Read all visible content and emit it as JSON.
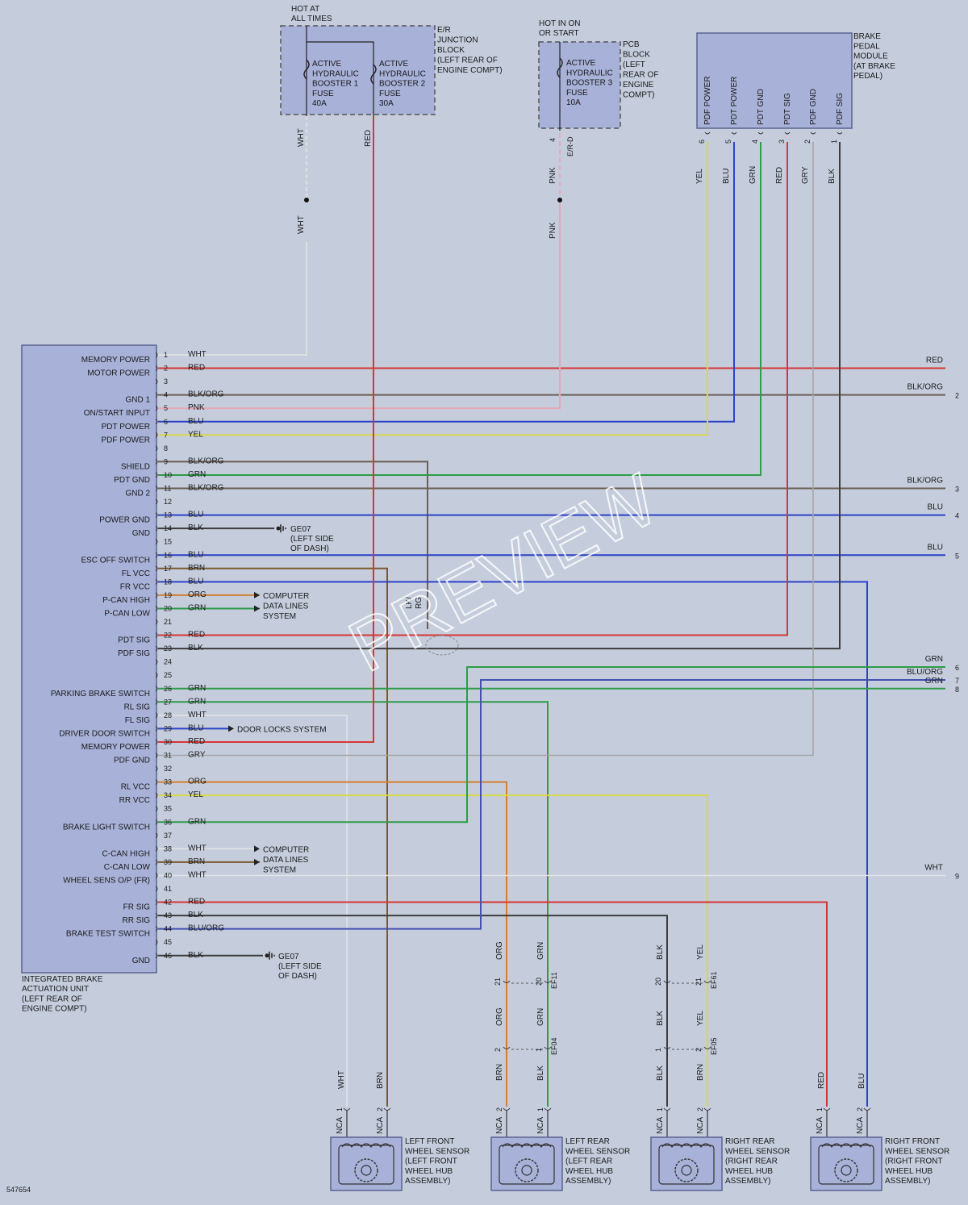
{
  "colors": {
    "WHT": "#e4e4e4",
    "RED": "#d83434",
    "PNK": "#e8a6b6",
    "BLU": "#2c42c8",
    "YEL": "#d6d84a",
    "BLK/ORG": "#6b5e55",
    "GRN": "#2e9c48",
    "BLK": "#3c3c3c",
    "BRN": "#7b5a2c",
    "ORG": "#d47f30",
    "GRY": "#a4a4a4",
    "BLU/ORG": "#4451b0",
    "box_fill": "#a8b1d8",
    "box_stroke": "#5a6390"
  },
  "fuse_block_er": {
    "hot_label": [
      "HOT AT",
      "ALL TIMES"
    ],
    "name": [
      "E/R",
      "JUNCTION",
      "BLOCK",
      "(LEFT REAR OF",
      "ENGINE COMPT)"
    ],
    "fuse1": [
      "ACTIVE",
      "HYDRAULIC",
      "BOOSTER 1",
      "FUSE",
      "40A"
    ],
    "fuse2": [
      "ACTIVE",
      "HYDRAULIC",
      "BOOSTER 2",
      "FUSE",
      "30A"
    ]
  },
  "fuse_block_pcb": {
    "hot_label": [
      "HOT IN ON",
      "OR START"
    ],
    "name": [
      "PCB",
      "BLOCK",
      "(LEFT",
      "REAR OF",
      "ENGINE",
      "COMPT)"
    ],
    "fuse3": [
      "ACTIVE",
      "HYDRAULIC",
      "BOOSTER 3",
      "FUSE",
      "10A"
    ],
    "pin": "4",
    "connector": "E/R-D"
  },
  "brake_pedal_module": {
    "name": [
      "BRAKE",
      "PEDAL",
      "MODULE",
      "(AT BRAKE",
      "PEDAL)"
    ],
    "pins": [
      {
        "label": "PDF POWER",
        "pin": "6",
        "wire": "YEL"
      },
      {
        "label": "PDT POWER",
        "pin": "5",
        "wire": "BLU"
      },
      {
        "label": "PDT GND",
        "pin": "4",
        "wire": "GRN"
      },
      {
        "label": "PDT SIG",
        "pin": "3",
        "wire": "RED"
      },
      {
        "label": "PDF GND",
        "pin": "2",
        "wire": "GRY"
      },
      {
        "label": "PDF SIG",
        "pin": "1",
        "wire": "BLK"
      }
    ]
  },
  "top_wires": {
    "er_left": "WHT",
    "er_right": "RED",
    "pcb_top": "PNK",
    "pcb_bottom": "PNK",
    "er_left_bottom": "WHT"
  },
  "ibau": {
    "name": [
      "INTEGRATED BRAKE",
      "ACTUATION UNIT",
      "(LEFT REAR OF",
      "ENGINE COMPT)"
    ],
    "pins": [
      {
        "pin": "1",
        "label": "MEMORY POWER",
        "wire": "WHT"
      },
      {
        "pin": "2",
        "label": "MOTOR POWER",
        "wire": "RED"
      },
      {
        "pin": "3",
        "label": "",
        "wire": ""
      },
      {
        "pin": "4",
        "label": "GND 1",
        "wire": "BLK/ORG"
      },
      {
        "pin": "5",
        "label": "ON/START INPUT",
        "wire": "PNK"
      },
      {
        "pin": "6",
        "label": "PDT POWER",
        "wire": "BLU"
      },
      {
        "pin": "7",
        "label": "PDF POWER",
        "wire": "YEL"
      },
      {
        "pin": "8",
        "label": "",
        "wire": ""
      },
      {
        "pin": "9",
        "label": "SHIELD",
        "wire": "BLK/ORG"
      },
      {
        "pin": "10",
        "label": "PDT GND",
        "wire": "GRN"
      },
      {
        "pin": "11",
        "label": "GND 2",
        "wire": "BLK/ORG"
      },
      {
        "pin": "12",
        "label": "",
        "wire": ""
      },
      {
        "pin": "13",
        "label": "POWER GND",
        "wire": "BLU"
      },
      {
        "pin": "14",
        "label": "GND",
        "wire": "BLK"
      },
      {
        "pin": "15",
        "label": "",
        "wire": ""
      },
      {
        "pin": "16",
        "label": "ESC OFF SWITCH",
        "wire": "BLU"
      },
      {
        "pin": "17",
        "label": "FL VCC",
        "wire": "BRN"
      },
      {
        "pin": "18",
        "label": "FR VCC",
        "wire": "BLU"
      },
      {
        "pin": "19",
        "label": "P-CAN HIGH",
        "wire": "ORG"
      },
      {
        "pin": "20",
        "label": "P-CAN LOW",
        "wire": "GRN"
      },
      {
        "pin": "21",
        "label": "",
        "wire": ""
      },
      {
        "pin": "22",
        "label": "PDT SIG",
        "wire": "RED"
      },
      {
        "pin": "23",
        "label": "PDF SIG",
        "wire": "BLK"
      },
      {
        "pin": "24",
        "label": "",
        "wire": ""
      },
      {
        "pin": "25",
        "label": "",
        "wire": ""
      },
      {
        "pin": "26",
        "label": "PARKING BRAKE SWITCH",
        "wire": "GRN"
      },
      {
        "pin": "27",
        "label": "RL SIG",
        "wire": "GRN"
      },
      {
        "pin": "28",
        "label": "FL SIG",
        "wire": "WHT"
      },
      {
        "pin": "29",
        "label": "DRIVER DOOR SWITCH",
        "wire": "BLU"
      },
      {
        "pin": "30",
        "label": "MEMORY POWER",
        "wire": "RED"
      },
      {
        "pin": "31",
        "label": "PDF GND",
        "wire": "GRY"
      },
      {
        "pin": "32",
        "label": "",
        "wire": ""
      },
      {
        "pin": "33",
        "label": "RL VCC",
        "wire": "ORG"
      },
      {
        "pin": "34",
        "label": "RR VCC",
        "wire": "YEL"
      },
      {
        "pin": "35",
        "label": "",
        "wire": ""
      },
      {
        "pin": "36",
        "label": "BRAKE LIGHT SWITCH",
        "wire": "GRN"
      },
      {
        "pin": "37",
        "label": "",
        "wire": ""
      },
      {
        "pin": "38",
        "label": "C-CAN HIGH",
        "wire": "WHT"
      },
      {
        "pin": "39",
        "label": "C-CAN LOW",
        "wire": "BRN"
      },
      {
        "pin": "40",
        "label": "WHEEL SENS O/P (FR)",
        "wire": "WHT"
      },
      {
        "pin": "41",
        "label": "",
        "wire": ""
      },
      {
        "pin": "42",
        "label": "FR SIG",
        "wire": "RED"
      },
      {
        "pin": "43",
        "label": "RR SIG",
        "wire": "BLK"
      },
      {
        "pin": "44",
        "label": "BRAKE TEST SWITCH",
        "wire": "BLU/ORG"
      },
      {
        "pin": "45",
        "label": "",
        "wire": ""
      },
      {
        "pin": "46",
        "label": "GND",
        "wire": "BLK"
      }
    ]
  },
  "right_exits": [
    {
      "num": "",
      "wire": "RED",
      "pin": "2"
    },
    {
      "num": "2",
      "wire": "BLK/ORG",
      "pin": "4"
    },
    {
      "num": "3",
      "wire": "BLK/ORG",
      "pin": "11"
    },
    {
      "num": "4",
      "wire": "BLU",
      "pin": "13"
    },
    {
      "num": "5",
      "wire": "BLU",
      "pin": "16"
    },
    {
      "num": "6",
      "wire": "GRN"
    },
    {
      "num": "7",
      "wire": "BLU/ORG"
    },
    {
      "num": "8",
      "wire": "GRN",
      "pin": "26"
    },
    {
      "num": "9",
      "wire": "WHT",
      "pin": "40"
    }
  ],
  "grounds": [
    {
      "name": "GE07",
      "location": [
        "(LEFT SIDE",
        "OF DASH)"
      ],
      "pin": "14"
    },
    {
      "name": "GE07",
      "location": [
        "(LEFT SIDE",
        "OF DASH)"
      ],
      "pin": "46"
    }
  ],
  "systems": {
    "computer_data_lines": [
      "COMPUTER",
      "DATA LINES",
      "SYSTEM"
    ],
    "door_locks": "DOOR LOCKS SYSTEM"
  },
  "shield_label": [
    "LK/",
    "RG"
  ],
  "connectors": {
    "EF11": {
      "name": "EF11",
      "pins": [
        "21",
        "20"
      ]
    },
    "EF61": {
      "name": "EF61",
      "pins": [
        "20",
        "21"
      ]
    },
    "EF04": {
      "name": "EF04",
      "pins": [
        "2",
        "1"
      ]
    },
    "EF05": {
      "name": "EF05",
      "pins": [
        "1",
        "2"
      ]
    }
  },
  "harness_upper_labels": [
    "ORG",
    "GRN",
    "BLK",
    "YEL"
  ],
  "harness_mid_labels": [
    "ORG",
    "GRN",
    "BLK",
    "YEL"
  ],
  "harness_low_labels": [
    "BRN",
    "BLK",
    "BLK",
    "BRN"
  ],
  "sensors": [
    {
      "name": [
        "LEFT FRONT",
        "WHEEL SENSOR",
        "(LEFT FRONT",
        "WHEEL HUB",
        "ASSEMBLY)"
      ],
      "wires": [
        "WHT",
        "BRN"
      ],
      "pins": [
        "1",
        "2"
      ],
      "nca": "NCA"
    },
    {
      "name": [
        "LEFT REAR",
        "WHEEL SENSOR",
        "(LEFT REAR",
        "WHEEL HUB",
        "ASSEMBLY)"
      ],
      "wires": [
        "",
        ""
      ],
      "pins": [
        "2",
        "1"
      ],
      "nca": "NCA"
    },
    {
      "name": [
        "RIGHT REAR",
        "WHEEL SENSOR",
        "(RIGHT REAR",
        "WHEEL HUB",
        "ASSEMBLY)"
      ],
      "wires": [
        "",
        ""
      ],
      "pins": [
        "1",
        "2"
      ],
      "nca": "NCA"
    },
    {
      "name": [
        "RIGHT FRONT",
        "WHEEL SENSOR",
        "(RIGHT FRONT",
        "WHEEL HUB",
        "ASSEMBLY)"
      ],
      "wires": [
        "RED",
        "BLU"
      ],
      "pins": [
        "1",
        "2"
      ],
      "nca": "NCA"
    }
  ],
  "doc_number": "547654",
  "watermark": "PREVIEW"
}
